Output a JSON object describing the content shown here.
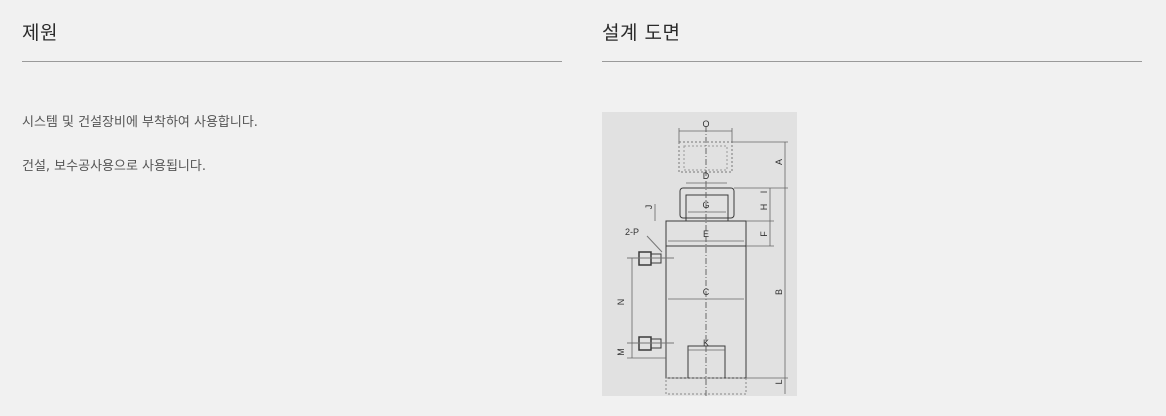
{
  "specs": {
    "title": "제원",
    "paragraphs": [
      "시스템 및 건설장비에 부착하여 사용합니다.",
      "건설, 보수공사용으로 사용됩니다."
    ]
  },
  "drawing_section": {
    "title": "설계 도면",
    "diagram": {
      "subject": "hydraulic-cylinder-dimension-drawing",
      "labels": {
        "o": "O",
        "d": "D",
        "g": "G",
        "e": "E",
        "c": "C",
        "k": "K",
        "a": "A",
        "b": "B",
        "f": "F",
        "h": "H",
        "i": "I",
        "j": "J",
        "l": "L",
        "m": "M",
        "n": "N",
        "p": "2-P"
      },
      "colors": {
        "background": "#e1e1e1",
        "line": "#3a3a3a",
        "dim": "#666666"
      }
    }
  }
}
